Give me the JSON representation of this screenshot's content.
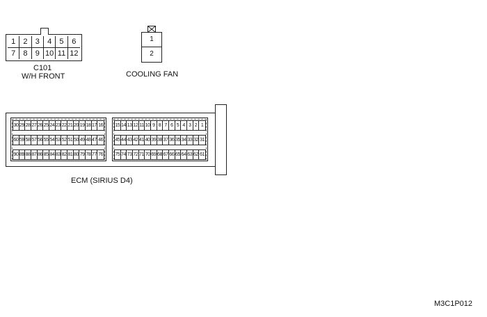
{
  "c101": {
    "pins": [
      "1",
      "2",
      "3",
      "4",
      "5",
      "6",
      "7",
      "8",
      "9",
      "10",
      "11",
      "12"
    ],
    "code": "C101",
    "name": "W/H FRONT"
  },
  "cooling_fan": {
    "pins": [
      "1",
      "2"
    ],
    "name": "COOLING FAN"
  },
  "ecm": {
    "name": "ECM (SIRIUS D4)",
    "left_rows": [
      [
        "30",
        "29",
        "28",
        "27",
        "26",
        "25",
        "24",
        "23",
        "22",
        "21",
        "20",
        "19",
        "18",
        "17",
        "16"
      ],
      [
        "60",
        "59",
        "58",
        "57",
        "56",
        "55",
        "54",
        "53",
        "52",
        "51",
        "50",
        "49",
        "48",
        "47",
        "46"
      ],
      [
        "90",
        "89",
        "88",
        "87",
        "86",
        "85",
        "84",
        "83",
        "82",
        "81",
        "80",
        "79",
        "78",
        "77",
        "76"
      ]
    ],
    "right_rows": [
      [
        "15",
        "14",
        "13",
        "12",
        "11",
        "10",
        "9",
        "8",
        "7",
        "6",
        "5",
        "4",
        "3",
        "2",
        "1"
      ],
      [
        "45",
        "44",
        "43",
        "42",
        "41",
        "40",
        "39",
        "38",
        "37",
        "36",
        "35",
        "34",
        "33",
        "32",
        "31"
      ],
      [
        "75",
        "74",
        "73",
        "72",
        "71",
        "70",
        "69",
        "68",
        "67",
        "66",
        "65",
        "64",
        "63",
        "62",
        "61"
      ]
    ]
  },
  "figure_code": "M3C1P012"
}
